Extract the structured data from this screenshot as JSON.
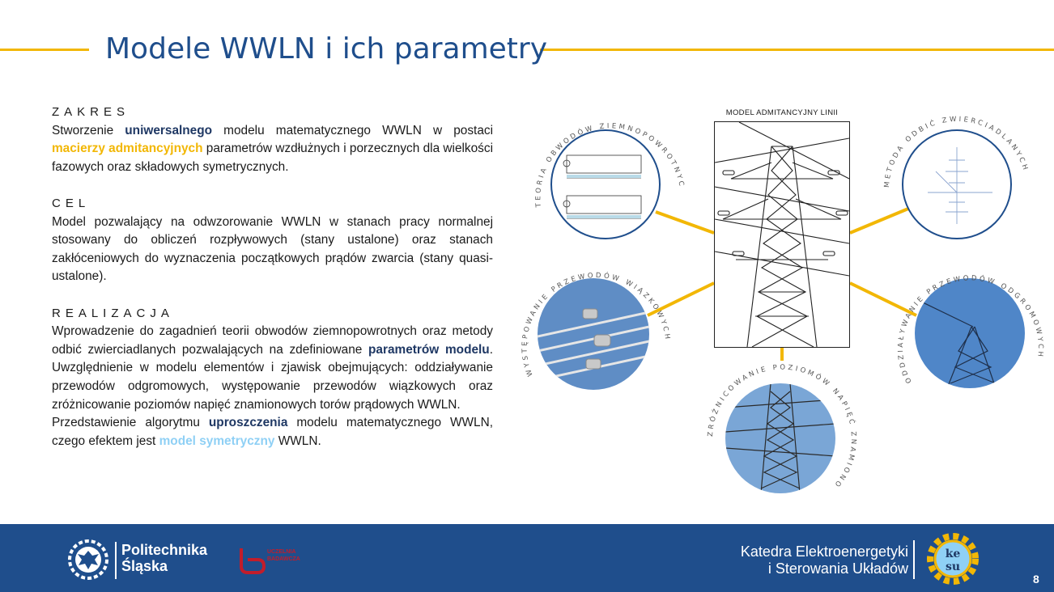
{
  "title": "Modele WWLN i ich parametry",
  "sections": {
    "zakres": {
      "heading": "ZAKRES",
      "t1": "Stworzenie ",
      "b1": "uniwersalnego",
      "t2": " modelu matematycznego WWLN w postaci ",
      "y1": "macierzy admitancyjnych",
      "t3": " parametrów wzdłużnych i porzecznych dla wielkości fazowych oraz składowych symetrycznych."
    },
    "cel": {
      "heading": "CEL",
      "t1": "Model pozwalający na odwzorowanie WWLN w stanach pracy normalnej stosowany do obliczeń rozpływowych (stany ustalone) oraz stanach zakłóceniowych do wyznaczenia początkowych prądów zwarcia (stany quasi-ustalone)."
    },
    "realizacja": {
      "heading": "REALIZACJA",
      "t1": "Wprowadzenie do zagadnień teorii obwodów ziemnopowrotnych oraz metody odbić zwierciadlanych pozwalających na zdefiniowane ",
      "b1": "parametrów modelu",
      "t2": ". Uwzględnienie w modelu elementów i zjawisk obejmujących: oddziaływanie przewodów odgromowych, występowanie przewodów wiązkowych oraz zróżnicowanie poziomów napięć znamionowych torów prądowych WWLN.",
      "t3": "Przedstawienie algorytmu ",
      "b2": "uproszczenia",
      "t4": " modelu matematycznego WWLN, czego efektem jest ",
      "lb1": "model symetryczny",
      "t5": " WWLN."
    }
  },
  "diagram": {
    "center_label": "MODEL ADMITANCYJNY LINII",
    "labels": {
      "c1": "TEORIA OBWODÓW ZIEMNOPOWROTNYCH",
      "c2": "METODA ODBIĆ ZWIERCIADLANYCH",
      "c3": "WYSTĘPOWANIE PRZEWODÓW WIĄZKOWYCH",
      "c4": "ODDZIAŁYWANIE PRZEWODÓW ODGROMOWYCH",
      "c5": "ZRÓŻNICOWANIE POZIOMÓW NAPIĘĆ ZNAMIONOWYCH"
    }
  },
  "footer": {
    "pol_line1": "Politechnika",
    "pol_line2": "Śląska",
    "ub_line1": "UCZELNIA",
    "ub_line2": "BADAWCZA",
    "kat_line1": "Katedra Elektroenergetyki",
    "kat_line2": "i Sterowania Układów",
    "kesu_top": "ke",
    "kesu_bottom": "su",
    "page": "8"
  },
  "colors": {
    "accent": "#f2b705",
    "primary": "#1f4e8c",
    "highlight_light": "#8fd0f5"
  }
}
